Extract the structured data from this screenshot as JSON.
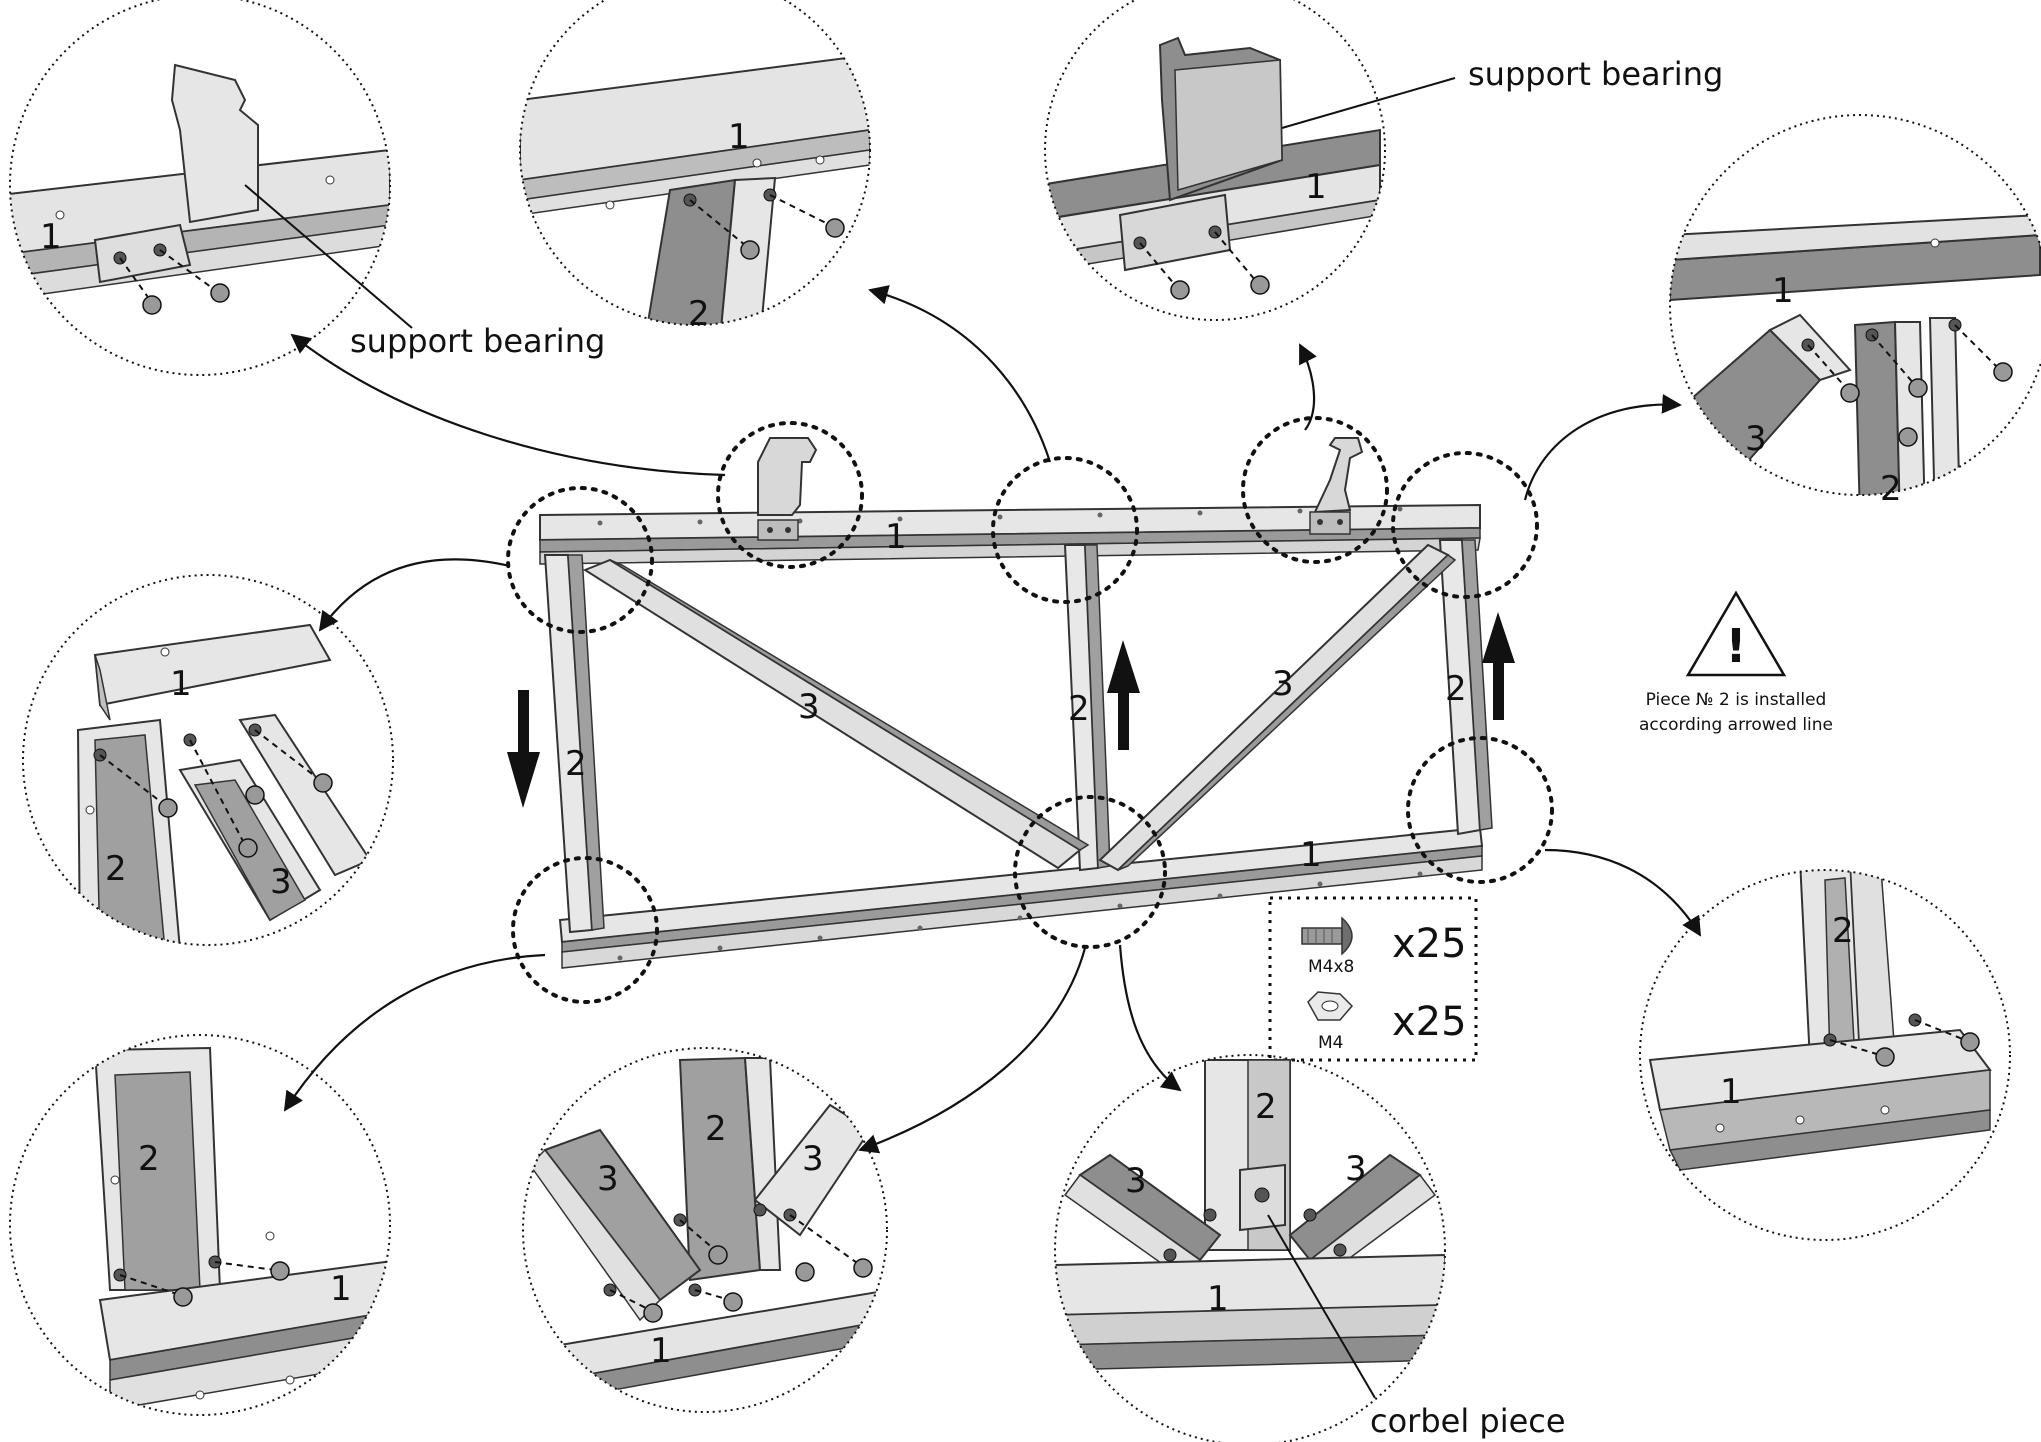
{
  "labels": {
    "part_1": "1",
    "part_2": "2",
    "part_3": "3",
    "support_bearing": "support bearing",
    "corbel_piece": "corbel piece",
    "warning_line1": "Piece № 2 is installed",
    "warning_line2": "according arrowed line",
    "warning_symbol": "!"
  },
  "hardware": {
    "bolt_label": "M4x8",
    "bolt_qty": "x25",
    "nut_label": "M4",
    "nut_qty": "x25"
  },
  "colors": {
    "profile_light": "#e9e9e9",
    "profile_mid": "#c4c4c4",
    "profile_dark": "#8c8c8c",
    "line": "#111111"
  }
}
